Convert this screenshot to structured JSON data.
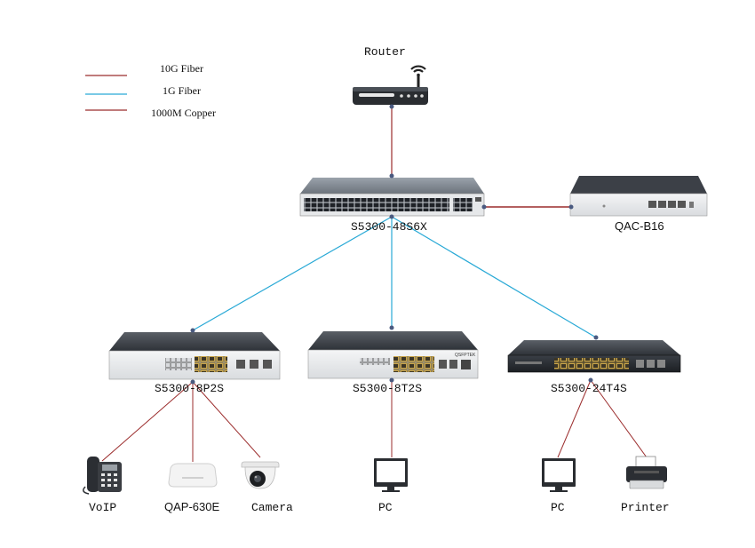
{
  "legend": {
    "items": [
      {
        "label": "10G Fiber",
        "color": "#9b2c2c"
      },
      {
        "label": "1G Fiber",
        "color": "#29a9d6"
      },
      {
        "label": "1000M Copper",
        "color": "#9b2c2c"
      }
    ]
  },
  "devices": {
    "router": "Router",
    "core_switch": "S5300-48S6X",
    "controller": "QAC-B16",
    "access_switch_1": "S5300-8P2S",
    "access_switch_2": "S5300-8T2S",
    "access_switch_3": "S5300-24T4S",
    "voip": "VoIP",
    "access_point": "QAP-630E",
    "camera": "Camera",
    "pc_1": "PC",
    "pc_2": "PC",
    "printer": "Printer"
  },
  "branding": {
    "switch_logo": "QSFPTEK"
  },
  "colors": {
    "fiber_10g": "#9b2c2c",
    "fiber_1g": "#29a9d6",
    "copper": "#9b2c2c",
    "node_dot": "#4a5a80"
  },
  "icons": [
    "router-icon",
    "switch-icon",
    "controller-icon",
    "phone-icon",
    "access-point-icon",
    "camera-icon",
    "monitor-icon",
    "printer-icon"
  ]
}
